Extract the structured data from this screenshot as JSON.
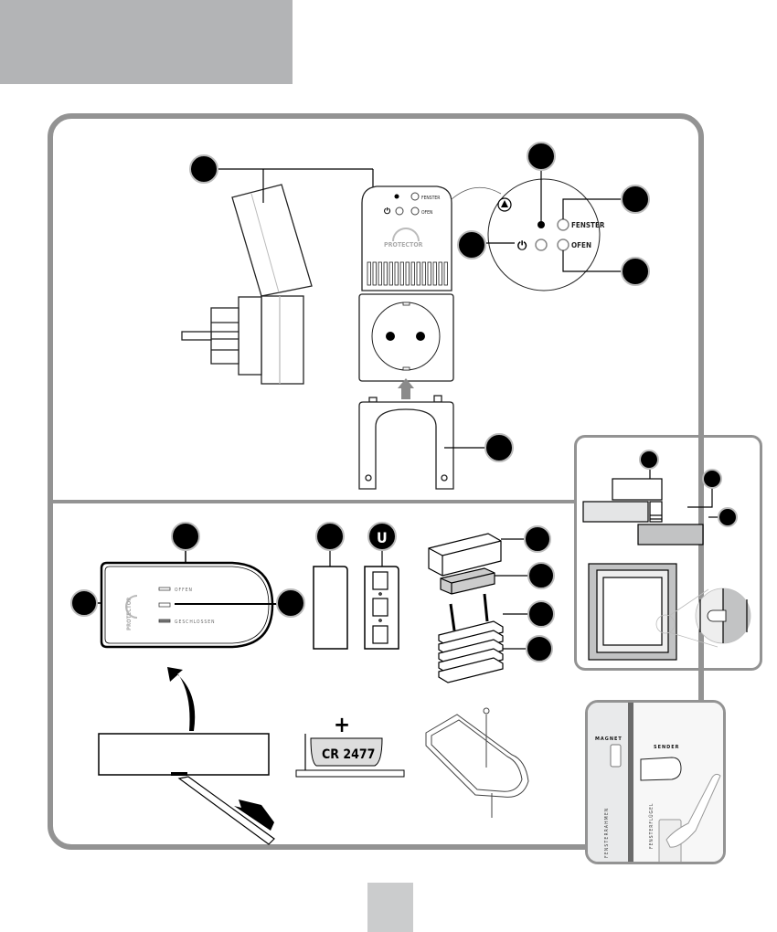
{
  "page": {
    "header_block": "gray-header-banner",
    "page_number_tab": ""
  },
  "top_section": {
    "adapter_logo": "PROTECTOR",
    "adapter_labels": {
      "fenster": "FENSTER",
      "ofen": "OFEN"
    },
    "detail_labels": {
      "fenster": "FENSTER",
      "ofen": "OFEN"
    },
    "icons": [
      "power-icon",
      "warning-triangle-icon",
      "led-dot",
      "socket-outlet",
      "up-arrow"
    ]
  },
  "bottom_section": {
    "sender_logo": "PROTECTOR",
    "sender_labels": {
      "offen": "OFFEN",
      "geschlossen": "GESCHLOSSEN"
    },
    "battery_label": "CR 2477",
    "battery_polarity": "+"
  },
  "side_panel_bottom": {
    "magnet_label": "MAGNET",
    "sender_label": "SENDER",
    "frame_label": "FENSTERRAHMEN",
    "sash_label": "FENSTERFLÜGEL"
  },
  "colors": {
    "header_gray": "#b3b4b6",
    "frame_gray": "#939393",
    "callout_black": "#000000",
    "arrow_gray": "#8a8a8a"
  }
}
